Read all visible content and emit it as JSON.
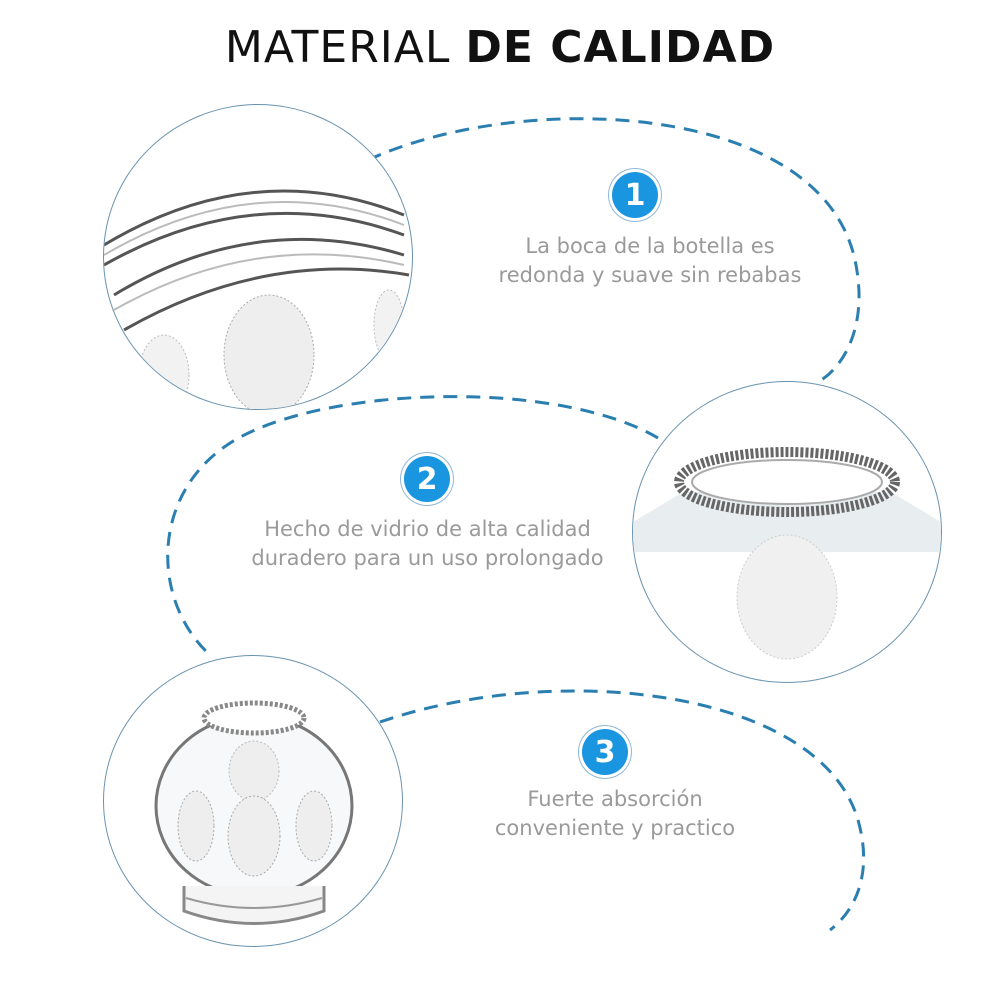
{
  "title": {
    "light": "MATERIAL ",
    "bold": "DE CALIDAD"
  },
  "features": [
    {
      "number": "1",
      "line1": "La boca de la botella es",
      "line2": "redonda y suave sin rebabas"
    },
    {
      "number": "2",
      "line1": "Hecho de vidrio de alta calidad",
      "line2": "duradero para un uso prolongado"
    },
    {
      "number": "3",
      "line1": "Fuerte absorción",
      "line2": "conveniente y practico"
    }
  ],
  "images": [
    {
      "name": "bottle-mouth-closeup"
    },
    {
      "name": "glass-rim-closeup"
    },
    {
      "name": "cupping-jar-full"
    }
  ],
  "colors": {
    "accent": "#1a96e0",
    "dash": "#2a7fb0",
    "text": "#9a9a9a",
    "title": "#111111"
  }
}
